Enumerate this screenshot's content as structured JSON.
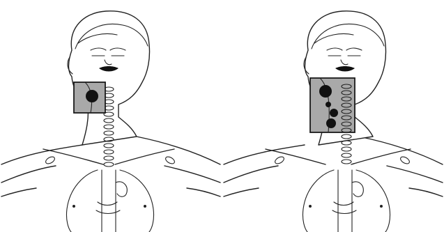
{
  "figures": [
    {
      "id": "left",
      "lesion_count": 1
    },
    {
      "id": "right",
      "lesion_count": 4
    }
  ],
  "colors": {
    "outline": "#222222",
    "highlight_box": "#a9a9a9",
    "highlight_border": "#1a1a1a",
    "lesion": "#111111",
    "background": "#ffffff"
  }
}
